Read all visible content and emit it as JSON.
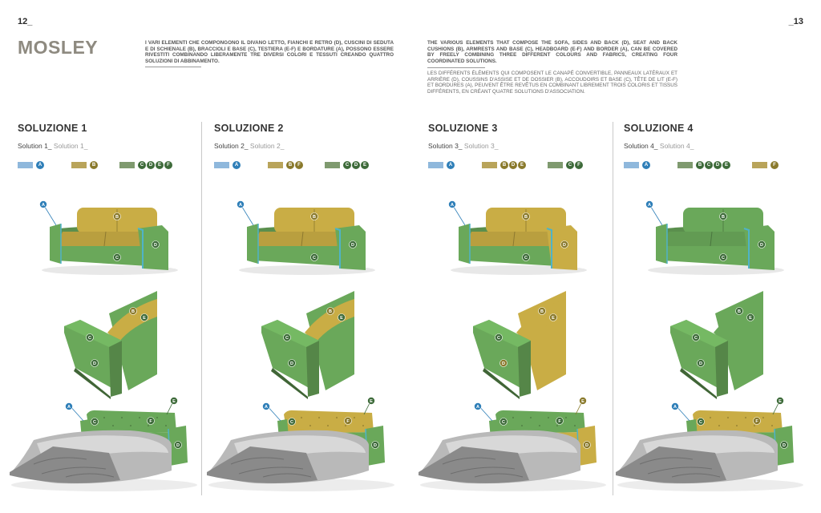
{
  "page_left": "12_",
  "page_right": "_13",
  "title": "MOSLEY",
  "text_it": "I VARI ELEMENTI CHE COMPONGONO IL DIVANO LETTO,  FIANCHI E RETRO (D), CUSCINI DI SEDUTA E DI SCHIENALE (B), BRACCIOLI E BASE (C), TESTIERA (E-F) E BORDATURE (A), POSSONO ESSERE RIVESTITI COMBINANDO LIBERAMENTE TRE DIVERSI COLORI E TESSUTI CREANDO QUATTRO SOLUZIONI DI ABBINAMENTO.",
  "text_en": "THE VARIOUS ELEMENTS THAT COMPOSE THE SOFA, SIDES AND BACK (D), SEAT AND BACK CUSHIONS (B), ARMRESTS AND BASE (C), HEADBOARD (E-F) AND BORDER (A), CAN BE COVERED BY FREELY COMBINING THREE DIFFERENT COLOURS AND FABRICS, CREATING FOUR COORDINATED SOLUTIONS.",
  "text_fr": "LES DIFFÉRENTS ÉLÉMENTS QUI COMPOSENT LE CANAPÉ CONVERTIBLE, PANNEAUX LATÉRAUX ET ARRIÈRE (D), COUSSINS D'ASSISE ET DE DOSSIER (B), ACCOUDOIRS ET BASE (C), TÊTE DE LIT (E-F) ET BORDURES (A), PEUVENT ÊTRE REVÊTUS EN COMBINANT LIBREMENT TROIS COLORIS ET TISSUS DIFFÉRENTS, EN CRÉANT QUATRE SOLUTIONS D'ASSOCIATION.",
  "colors": {
    "blue": "#8fb8dc",
    "mustard": "#b9a45a",
    "green": "#7f9a6f",
    "badge_blue": "#2f7fb8",
    "badge_mustard": "#8a7a2c",
    "badge_green": "#3e6b3a",
    "sofa_green": "#6aa85a",
    "sofa_mustard": "#c9ad45",
    "edge_blue": "#4fb3c8",
    "blanket": "#8a8a8a"
  },
  "solutions": [
    {
      "title": "SOLUZIONE 1",
      "sub_en": "Solution 1_",
      "sub_fr": "Solution 1_",
      "legend": [
        {
          "color": "blue",
          "letters": [
            "A"
          ]
        },
        {
          "color": "mustard",
          "letters": [
            "B"
          ]
        },
        {
          "color": "green",
          "letters": [
            "C",
            "D",
            "E",
            "F"
          ]
        }
      ]
    },
    {
      "title": "SOLUZIONE 2",
      "sub_en": "Solution 2_",
      "sub_fr": "Solution 2_",
      "legend": [
        {
          "color": "blue",
          "letters": [
            "A"
          ]
        },
        {
          "color": "mustard",
          "letters": [
            "B",
            "F"
          ]
        },
        {
          "color": "green",
          "letters": [
            "C",
            "D",
            "E"
          ]
        }
      ]
    },
    {
      "title": "SOLUZIONE 3",
      "sub_en": "Solution 3_",
      "sub_fr": "Solution 3_",
      "legend": [
        {
          "color": "blue",
          "letters": [
            "A"
          ]
        },
        {
          "color": "mustard",
          "letters": [
            "B",
            "D",
            "E"
          ]
        },
        {
          "color": "green",
          "letters": [
            "C",
            "F"
          ]
        }
      ]
    },
    {
      "title": "SOLUZIONE 4",
      "sub_en": "Solution 4_",
      "sub_fr": "Solution 4_",
      "legend": [
        {
          "color": "blue",
          "letters": [
            "A"
          ]
        },
        {
          "color": "green",
          "letters": [
            "B",
            "C",
            "D",
            "E"
          ]
        },
        {
          "color": "mustard",
          "letters": [
            "F"
          ]
        }
      ]
    }
  ],
  "callout_letters": {
    "a": "A",
    "b": "B",
    "c": "C",
    "d": "D",
    "e": "E",
    "f": "F"
  }
}
